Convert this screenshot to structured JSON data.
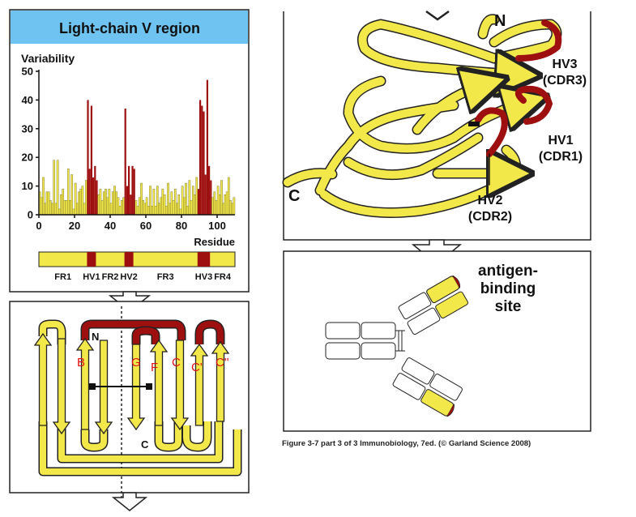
{
  "panel_title": "Light-chain V region",
  "chart_data": {
    "type": "bar",
    "title": "",
    "ylabel": "Variability",
    "xlabel": "Residue",
    "xlim": [
      0,
      110
    ],
    "ylim": [
      0,
      50
    ],
    "yticks": [
      "0",
      "10",
      "20",
      "30",
      "40",
      "50"
    ],
    "xticks": [
      "0",
      "20",
      "40",
      "60",
      "80",
      "100"
    ],
    "series": [
      {
        "values": [
          8,
          6,
          13,
          4,
          8,
          8,
          5,
          4,
          19,
          4,
          19,
          2,
          7,
          9,
          5,
          5,
          16,
          5,
          14,
          2,
          11,
          4,
          8,
          9,
          10,
          4,
          12,
          40,
          16,
          38,
          13,
          17,
          12,
          7,
          9,
          5,
          8,
          9,
          6,
          9,
          4,
          8,
          10,
          8,
          6,
          3,
          5,
          6,
          37,
          10,
          17,
          7,
          17,
          16,
          5,
          3,
          6,
          11,
          5,
          4,
          6,
          3,
          10,
          3,
          9,
          3,
          10,
          4,
          6,
          9,
          7,
          3,
          11,
          4,
          8,
          5,
          9,
          4,
          7,
          2,
          10,
          6,
          11,
          3,
          12,
          5,
          10,
          7,
          13,
          9,
          40,
          38,
          36,
          14,
          47,
          17,
          12,
          6,
          8,
          5,
          10,
          7,
          12,
          4,
          7,
          8,
          13,
          5,
          4,
          6
        ]
      }
    ],
    "highlight_ranges": [
      [
        27,
        32
      ],
      [
        48,
        53
      ],
      [
        89,
        96
      ]
    ],
    "colors": {
      "framework": "#f2e84a",
      "hypervariable": "#9e1010"
    }
  },
  "region_bar": [
    "FR1",
    "HV1",
    "FR2",
    "HV2",
    "FR3",
    "HV3",
    "FR4"
  ],
  "strand_labels": [
    "B",
    "G",
    "F",
    "C",
    "C'",
    "C''"
  ],
  "terminals": {
    "n": "N",
    "c": "C"
  },
  "ribbon_labels": {
    "n": "N",
    "c": "C",
    "hv3": "HV3",
    "cdr3": "(CDR3)",
    "hv1": "HV1",
    "cdr1": "(CDR1)",
    "hv2": "HV2",
    "cdr2": "(CDR2)"
  },
  "antigen_label": [
    "antigen-",
    "binding",
    "site"
  ],
  "caption": "Figure 3-7 part 3 of 3  Immunobiology, 7ed. (© Garland Science 2008)"
}
